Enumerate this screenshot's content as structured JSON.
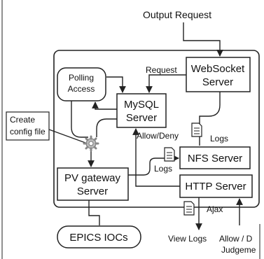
{
  "top_label": "Output Request",
  "boxes": {
    "websocket": [
      "WebSocket",
      "Server"
    ],
    "polling": [
      "Polling",
      "Access"
    ],
    "mysql": [
      "MySQL",
      "Server"
    ],
    "nfs": [
      "NFS Server"
    ],
    "http": [
      "HTTP Server"
    ],
    "pvgateway": [
      "PV gateway",
      "Server"
    ],
    "epics": "EPICS IOCs"
  },
  "callout": [
    "Create",
    "config file"
  ],
  "edge_labels": {
    "request": "Request",
    "allow_deny": "Allow/Deny",
    "logs_ws": "Logs",
    "logs_nfs": "Logs",
    "ajax": "Ajax",
    "view_logs": "View Logs",
    "allow_judgement": [
      "Allow / D",
      "Judgeme"
    ]
  },
  "icons": [
    "document-icon",
    "gear-icon"
  ]
}
